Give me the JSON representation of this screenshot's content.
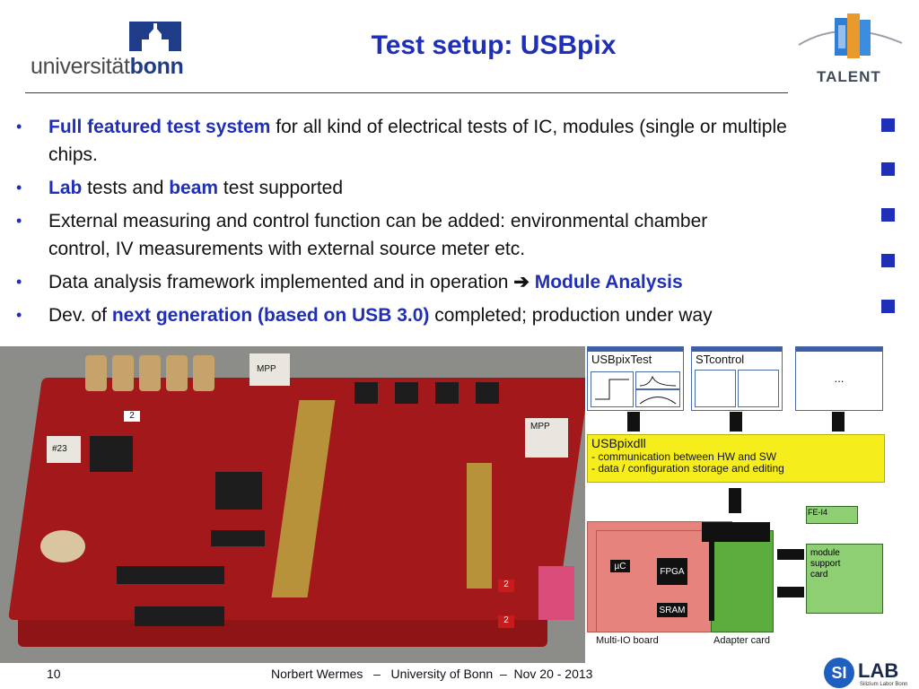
{
  "header": {
    "logo_left_text_a": "universität",
    "logo_left_text_b": "bonn",
    "title": "Test setup: USBpix",
    "logo_right_text": "TALENT"
  },
  "bullets": [
    {
      "hl1": "Full featured test system",
      "t1": " for all kind of electrical tests of IC, modules (single or multiple chips."
    },
    {
      "hl1": "Lab",
      "t1": " tests and ",
      "hl2": "beam",
      "t2": " test supported"
    },
    {
      "t1": "External measuring and control function can be added: environmental chamber control, IV measurements with external source meter etc."
    },
    {
      "t1": "Data analysis framework implemented and in operation ",
      "arrow": "➔",
      "hl1": " Module Analysis"
    },
    {
      "t1": "Dev. of ",
      "hl1": "next generation (based on USB 3.0)",
      "t2": " completed; production under way"
    }
  ],
  "bullet_symbol": "•",
  "photo": {
    "labels": [
      "#23",
      "MPP",
      "MPP",
      "2",
      "2",
      "2"
    ]
  },
  "diagram": {
    "windows": [
      "USBpixTest",
      "STcontrol",
      "..."
    ],
    "dll_title": "USBpixdll",
    "dll_line1": "- communication between HW and SW",
    "dll_line2": "- data / configuration storage and editing",
    "fe_label": "FE-I4",
    "uc": "µC",
    "fpga": "FPGA",
    "sram": "SRAM",
    "module_card": "module\nsupport\ncard",
    "multi_io": "Multi-IO board",
    "adapter": "Adapter card"
  },
  "footer": {
    "page": "10",
    "text": "Norbert Wermes   –   University of Bonn  –  Nov 20 - 2013",
    "silab_si": "SI",
    "silab_lab": "LAB",
    "silab_sub": "Silizium Labor Bonn"
  },
  "colors": {
    "accent": "#1f2fb8",
    "board_red": "#a3191b",
    "yellow": "#f6ee1c"
  }
}
